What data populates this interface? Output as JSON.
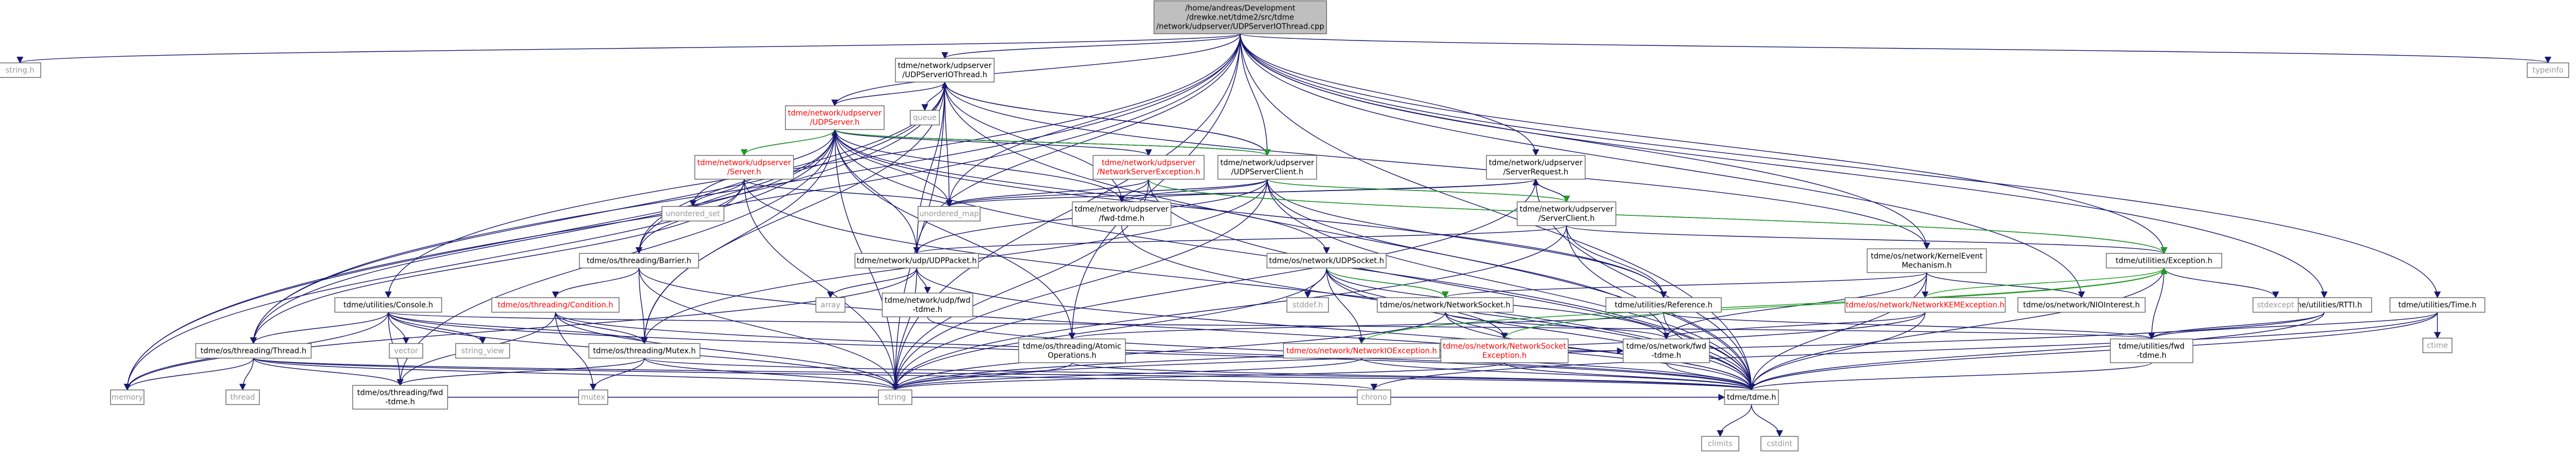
{
  "diagram": {
    "colors": {
      "root_fill": "#bfbfbf",
      "node_fill": "#ffffff",
      "border": "#666666",
      "text": "#000000",
      "red_text": "#ff0000",
      "grey_text": "#999999",
      "edge": "#191970",
      "edge_inherit": "#1f9a1f"
    },
    "nodes": [
      {
        "id": "root",
        "lines": [
          "/home/andreas/Development",
          "/drewke.net/tdme2/src/tdme",
          "/network/udpserver/UDPServerIOThread.cpp"
        ],
        "style": "root"
      },
      {
        "id": "string_h",
        "lines": [
          "string.h"
        ],
        "style": "system"
      },
      {
        "id": "typeinfo",
        "lines": [
          "typeinfo"
        ],
        "style": "system"
      },
      {
        "id": "udpserveriothread_h",
        "lines": [
          "tdme/network/udpserver",
          "/UDPServerIOThread.h"
        ],
        "style": "link"
      },
      {
        "id": "queue",
        "lines": [
          "queue"
        ],
        "style": "system"
      },
      {
        "id": "udpserver_h",
        "lines": [
          "tdme/network/udpserver",
          "/UDPServer.h"
        ],
        "style": "red"
      },
      {
        "id": "server_h",
        "lines": [
          "tdme/network/udpserver",
          "/Server.h"
        ],
        "style": "red"
      },
      {
        "id": "networkserverexception_h",
        "lines": [
          "tdme/network/udpserver",
          "/NetworkServerException.h"
        ],
        "style": "red"
      },
      {
        "id": "udpserverclient_h",
        "lines": [
          "tdme/network/udpserver",
          "/UDPServerClient.h"
        ],
        "style": "link"
      },
      {
        "id": "serverrequest_h",
        "lines": [
          "tdme/network/udpserver",
          "/ServerRequest.h"
        ],
        "style": "link"
      },
      {
        "id": "serverclient_h",
        "lines": [
          "tdme/network/udpserver",
          "/ServerClient.h"
        ],
        "style": "link"
      },
      {
        "id": "unordered_set",
        "lines": [
          "unordered_set"
        ],
        "style": "system"
      },
      {
        "id": "unordered_map",
        "lines": [
          "unordered_map"
        ],
        "style": "system"
      },
      {
        "id": "udpserver_fwd",
        "lines": [
          "tdme/network/udpserver",
          "/fwd-tdme.h"
        ],
        "style": "link"
      },
      {
        "id": "barrier_h",
        "lines": [
          "tdme/os/threading/Barrier.h"
        ],
        "style": "link"
      },
      {
        "id": "udppacket_h",
        "lines": [
          "tdme/network/udp/UDPPacket.h"
        ],
        "style": "link"
      },
      {
        "id": "udpsocket_h",
        "lines": [
          "tdme/os/network/UDPSocket.h"
        ],
        "style": "link"
      },
      {
        "id": "kernelevent_h",
        "lines": [
          "tdme/os/network/KernelEvent",
          "Mechanism.h"
        ],
        "style": "link"
      },
      {
        "id": "exception_h",
        "lines": [
          "tdme/utilities/Exception.h"
        ],
        "style": "link"
      },
      {
        "id": "rtti_h",
        "lines": [
          "tdme/utilities/RTTI.h"
        ],
        "style": "link"
      },
      {
        "id": "time_h",
        "lines": [
          "tdme/utilities/Time.h"
        ],
        "style": "link"
      },
      {
        "id": "condition_h",
        "lines": [
          "tdme/os/threading/Condition.h"
        ],
        "style": "red"
      },
      {
        "id": "console_h",
        "lines": [
          "tdme/utilities/Console.h"
        ],
        "style": "link"
      },
      {
        "id": "array",
        "lines": [
          "array"
        ],
        "style": "system"
      },
      {
        "id": "udp_fwd",
        "lines": [
          "tdme/network/udp/fwd",
          "-tdme.h"
        ],
        "style": "link"
      },
      {
        "id": "stddef_h",
        "lines": [
          "stddef.h"
        ],
        "style": "system"
      },
      {
        "id": "networksocket_h",
        "lines": [
          "tdme/os/network/NetworkSocket.h"
        ],
        "style": "link"
      },
      {
        "id": "reference_h",
        "lines": [
          "tdme/utilities/Reference.h"
        ],
        "style": "link"
      },
      {
        "id": "networkkemexception_h",
        "lines": [
          "tdme/os/network/NetworkKEMException.h"
        ],
        "style": "red"
      },
      {
        "id": "nioint_h",
        "lines": [
          "tdme/os/network/NIOInterest.h"
        ],
        "style": "link"
      },
      {
        "id": "stdexcept",
        "lines": [
          "stdexcept"
        ],
        "style": "system"
      },
      {
        "id": "ctime",
        "lines": [
          "ctime"
        ],
        "style": "system"
      },
      {
        "id": "vector",
        "lines": [
          "vector"
        ],
        "style": "system"
      },
      {
        "id": "string_view",
        "lines": [
          "string_view"
        ],
        "style": "system"
      },
      {
        "id": "thread_h",
        "lines": [
          "tdme/os/threading/Thread.h"
        ],
        "style": "link"
      },
      {
        "id": "mutex_h",
        "lines": [
          "tdme/os/threading/Mutex.h"
        ],
        "style": "link"
      },
      {
        "id": "atomic_h",
        "lines": [
          "tdme/os/threading/Atomic",
          "Operations.h"
        ],
        "style": "link"
      },
      {
        "id": "networkioexception_h",
        "lines": [
          "tdme/os/network/NetworkIOException.h"
        ],
        "style": "red"
      },
      {
        "id": "networksocketexception_h",
        "lines": [
          "tdme/os/network/NetworkSocket",
          "Exception.h"
        ],
        "style": "red"
      },
      {
        "id": "osnetwork_fwd",
        "lines": [
          "tdme/os/network/fwd",
          "-tdme.h"
        ],
        "style": "link"
      },
      {
        "id": "utilities_fwd",
        "lines": [
          "tdme/utilities/fwd",
          "-tdme.h"
        ],
        "style": "link"
      },
      {
        "id": "memory",
        "lines": [
          "memory"
        ],
        "style": "system"
      },
      {
        "id": "thread",
        "lines": [
          "thread"
        ],
        "style": "system"
      },
      {
        "id": "mutex",
        "lines": [
          "mutex"
        ],
        "style": "system"
      },
      {
        "id": "string",
        "lines": [
          "string"
        ],
        "style": "system"
      },
      {
        "id": "threading_fwd",
        "lines": [
          "tdme/os/threading/fwd",
          "-tdme.h"
        ],
        "style": "link"
      },
      {
        "id": "chrono",
        "lines": [
          "chrono"
        ],
        "style": "system"
      },
      {
        "id": "tdme_h",
        "lines": [
          "tdme/tdme.h"
        ],
        "style": "link"
      },
      {
        "id": "climits",
        "lines": [
          "climits"
        ],
        "style": "system"
      },
      {
        "id": "cstdint",
        "lines": [
          "cstdint"
        ],
        "style": "system"
      }
    ],
    "edges": [
      [
        "root",
        "string_h"
      ],
      [
        "root",
        "typeinfo"
      ],
      [
        "root",
        "udpserveriothread_h"
      ],
      [
        "root",
        "udpserver_h"
      ],
      [
        "root",
        "udpserverclient_h"
      ],
      [
        "root",
        "serverrequest_h"
      ],
      [
        "root",
        "unordered_map"
      ],
      [
        "root",
        "udppacket_h"
      ],
      [
        "root",
        "kernelevent_h"
      ],
      [
        "root",
        "nioint_h"
      ],
      [
        "root",
        "exception_h"
      ],
      [
        "root",
        "rtti_h"
      ],
      [
        "root",
        "time_h"
      ],
      [
        "root",
        "console_h"
      ],
      [
        "root",
        "thread_h"
      ],
      [
        "root",
        "memory"
      ],
      [
        "root",
        "string"
      ],
      [
        "root",
        "tdme_h"
      ],
      [
        "root",
        "atomic_h"
      ],
      [
        "udpserveriothread_h",
        "queue"
      ],
      [
        "udpserveriothread_h",
        "udpserver_h"
      ],
      [
        "udpserveriothread_h",
        "udpserverclient_h"
      ],
      [
        "udpserveriothread_h",
        "unordered_map"
      ],
      [
        "udpserveriothread_h",
        "udpserver_fwd"
      ],
      [
        "udpserveriothread_h",
        "udppacket_h"
      ],
      [
        "udpserveriothread_h",
        "barrier_h"
      ],
      [
        "udpserveriothread_h",
        "mutex_h"
      ],
      [
        "udpserveriothread_h",
        "thread_h"
      ],
      [
        "udpserveriothread_h",
        "kernelevent_h"
      ],
      [
        "udpserveriothread_h",
        "memory"
      ],
      [
        "udpserveriothread_h",
        "string"
      ],
      [
        "udpserveriothread_h",
        "tdme_h"
      ],
      [
        "udpserver_h",
        "server_h"
      ],
      [
        "udpserver_h",
        "networkserverexception_h"
      ],
      [
        "udpserver_h",
        "udpserverclient_h"
      ],
      [
        "udpserver_h",
        "unordered_set"
      ],
      [
        "udpserver_h",
        "unordered_map"
      ],
      [
        "udpserver_h",
        "udpserver_fwd"
      ],
      [
        "udpserver_h",
        "barrier_h"
      ],
      [
        "udpserver_h",
        "udppacket_h"
      ],
      [
        "udpserver_h",
        "udpsocket_h"
      ],
      [
        "udpserver_h",
        "thread_h"
      ],
      [
        "udpserver_h",
        "mutex_h"
      ],
      [
        "udpserver_h",
        "threading_fwd"
      ],
      [
        "udpserver_h",
        "memory"
      ],
      [
        "udpserver_h",
        "string"
      ],
      [
        "udpserver_h",
        "tdme_h"
      ],
      [
        "udpserver_h",
        "reference_h"
      ],
      [
        "udpserver_h",
        "atomic_h"
      ],
      [
        "server_h",
        "unordered_set"
      ],
      [
        "server_h",
        "unordered_map"
      ],
      [
        "server_h",
        "barrier_h"
      ],
      [
        "server_h",
        "thread_h"
      ],
      [
        "server_h",
        "string"
      ],
      [
        "server_h",
        "tdme_h"
      ],
      [
        "networkserverexception_h",
        "udpserver_fwd"
      ],
      [
        "networkserverexception_h",
        "unordered_map"
      ],
      [
        "networkserverexception_h",
        "exception_h"
      ],
      [
        "networkserverexception_h",
        "tdme_h"
      ],
      [
        "networkserverexception_h",
        "string"
      ],
      [
        "udpserverclient_h",
        "udpserver_h"
      ],
      [
        "udpserverclient_h",
        "udpserveriothread_h"
      ],
      [
        "udpserverclient_h",
        "serverclient_h"
      ],
      [
        "udpserverclient_h",
        "udpserver_fwd"
      ],
      [
        "udpserverclient_h",
        "unordered_map"
      ],
      [
        "udpserverclient_h",
        "udppacket_h"
      ],
      [
        "udpserverclient_h",
        "mutex_h"
      ],
      [
        "udpserverclient_h",
        "string"
      ],
      [
        "udpserverclient_h",
        "tdme_h"
      ],
      [
        "udpserverclient_h",
        "reference_h"
      ],
      [
        "udpserverclient_h",
        "osnetwork_fwd"
      ],
      [
        "serverrequest_h",
        "serverclient_h"
      ],
      [
        "serverrequest_h",
        "unordered_map"
      ],
      [
        "serverrequest_h",
        "udpserver_fwd"
      ],
      [
        "serverrequest_h",
        "tdme_h"
      ],
      [
        "serverrequest_h",
        "string"
      ],
      [
        "serverclient_h",
        "serverrequest_h"
      ],
      [
        "serverclient_h",
        "udppacket_h"
      ],
      [
        "serverclient_h",
        "exception_h"
      ],
      [
        "serverclient_h",
        "reference_h"
      ],
      [
        "serverclient_h",
        "string"
      ],
      [
        "serverclient_h",
        "tdme_h"
      ],
      [
        "barrier_h",
        "condition_h"
      ],
      [
        "barrier_h",
        "mutex_h"
      ],
      [
        "barrier_h",
        "string"
      ],
      [
        "barrier_h",
        "tdme_h"
      ],
      [
        "condition_h",
        "mutex_h"
      ],
      [
        "condition_h",
        "threading_fwd"
      ],
      [
        "condition_h",
        "string"
      ],
      [
        "condition_h",
        "mutex"
      ],
      [
        "condition_h",
        "tdme_h"
      ],
      [
        "udppacket_h",
        "array"
      ],
      [
        "udppacket_h",
        "udp_fwd"
      ],
      [
        "udppacket_h",
        "string"
      ],
      [
        "udppacket_h",
        "tdme_h"
      ],
      [
        "udppacket_h",
        "memory"
      ],
      [
        "udpsocket_h",
        "stddef_h"
      ],
      [
        "udpsocket_h",
        "networksocket_h"
      ],
      [
        "udpsocket_h",
        "networkioexception_h"
      ],
      [
        "udpsocket_h",
        "networksocketexception_h"
      ],
      [
        "udpsocket_h",
        "osnetwork_fwd"
      ],
      [
        "udpsocket_h",
        "string"
      ],
      [
        "udpsocket_h",
        "tdme_h"
      ],
      [
        "networksocket_h",
        "networksocketexception_h"
      ],
      [
        "networksocket_h",
        "osnetwork_fwd"
      ],
      [
        "networksocket_h",
        "string"
      ],
      [
        "networksocket_h",
        "tdme_h"
      ],
      [
        "kernelevent_h",
        "networkkemexception_h"
      ],
      [
        "kernelevent_h",
        "nioint_h"
      ],
      [
        "kernelevent_h",
        "osnetwork_fwd"
      ],
      [
        "kernelevent_h",
        "tdme_h"
      ],
      [
        "kernelevent_h",
        "networksocket_h"
      ],
      [
        "networkkemexception_h",
        "osnetwork_fwd"
      ],
      [
        "networkkemexception_h",
        "tdme_h"
      ],
      [
        "networkkemexception_h",
        "string"
      ],
      [
        "exception_h",
        "stdexcept"
      ],
      [
        "exception_h",
        "utilities_fwd"
      ],
      [
        "exception_h",
        "tdme_h"
      ],
      [
        "rtti_h",
        "utilities_fwd"
      ],
      [
        "rtti_h",
        "string"
      ],
      [
        "rtti_h",
        "tdme_h"
      ],
      [
        "time_h",
        "ctime"
      ],
      [
        "time_h",
        "chrono"
      ],
      [
        "time_h",
        "utilities_fwd"
      ],
      [
        "time_h",
        "tdme_h"
      ],
      [
        "reference_h",
        "atomic_h"
      ],
      [
        "reference_h",
        "utilities_fwd"
      ],
      [
        "reference_h",
        "tdme_h"
      ],
      [
        "atomic_h",
        "string"
      ],
      [
        "atomic_h",
        "tdme_h"
      ],
      [
        "console_h",
        "memory"
      ],
      [
        "console_h",
        "mutex_h"
      ],
      [
        "console_h",
        "vector"
      ],
      [
        "console_h",
        "string_view"
      ],
      [
        "console_h",
        "thread_h"
      ],
      [
        "console_h",
        "string"
      ],
      [
        "console_h",
        "utilities_fwd"
      ],
      [
        "console_h",
        "tdme_h"
      ],
      [
        "console_h",
        "threading_fwd"
      ],
      [
        "thread_h",
        "thread"
      ],
      [
        "thread_h",
        "memory"
      ],
      [
        "thread_h",
        "threading_fwd"
      ],
      [
        "thread_h",
        "string"
      ],
      [
        "thread_h",
        "tdme_h"
      ],
      [
        "thread_h",
        "chrono"
      ],
      [
        "mutex_h",
        "mutex"
      ],
      [
        "mutex_h",
        "string"
      ],
      [
        "mutex_h",
        "tdme_h"
      ],
      [
        "mutex_h",
        "threading_fwd"
      ],
      [
        "networkioexception_h",
        "osnetwork_fwd"
      ],
      [
        "networkioexception_h",
        "string"
      ],
      [
        "networkioexception_h",
        "tdme_h"
      ],
      [
        "networksocketexception_h",
        "string"
      ],
      [
        "networksocketexception_h",
        "tdme_h"
      ],
      [
        "osnetwork_fwd",
        "tdme_h"
      ],
      [
        "utilities_fwd",
        "tdme_h"
      ],
      [
        "threading_fwd",
        "tdme_h"
      ],
      [
        "udp_fwd",
        "tdme_h"
      ],
      [
        "udpserver_fwd",
        "tdme_h"
      ],
      [
        "tdme_h",
        "climits"
      ],
      [
        "tdme_h",
        "cstdint"
      ]
    ],
    "inherit_edges": [
      [
        "udpserver_h",
        "server_h"
      ],
      [
        "udpserverclient_h",
        "serverclient_h"
      ],
      [
        "udpserver_h",
        "udpserverclient_h"
      ],
      [
        "networkserverexception_h",
        "exception_h"
      ],
      [
        "networkioexception_h",
        "exception_h"
      ],
      [
        "networksocketexception_h",
        "exception_h"
      ],
      [
        "networkkemexception_h",
        "exception_h"
      ],
      [
        "udpsocket_h",
        "networksocket_h"
      ]
    ]
  }
}
